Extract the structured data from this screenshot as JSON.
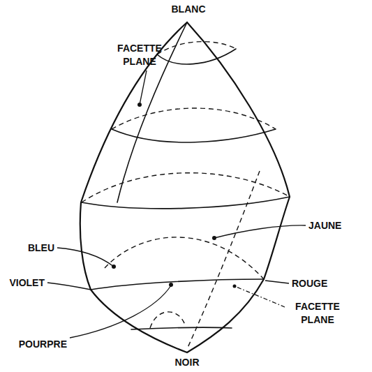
{
  "diagram": {
    "labels": [
      "BLANC",
      "FACETTE PLANE",
      "JAUNE",
      "BLEU",
      "VIOLET",
      "ROUGE",
      "POURPRE",
      "FACETTE PLANE",
      "NOIR"
    ]
  }
}
